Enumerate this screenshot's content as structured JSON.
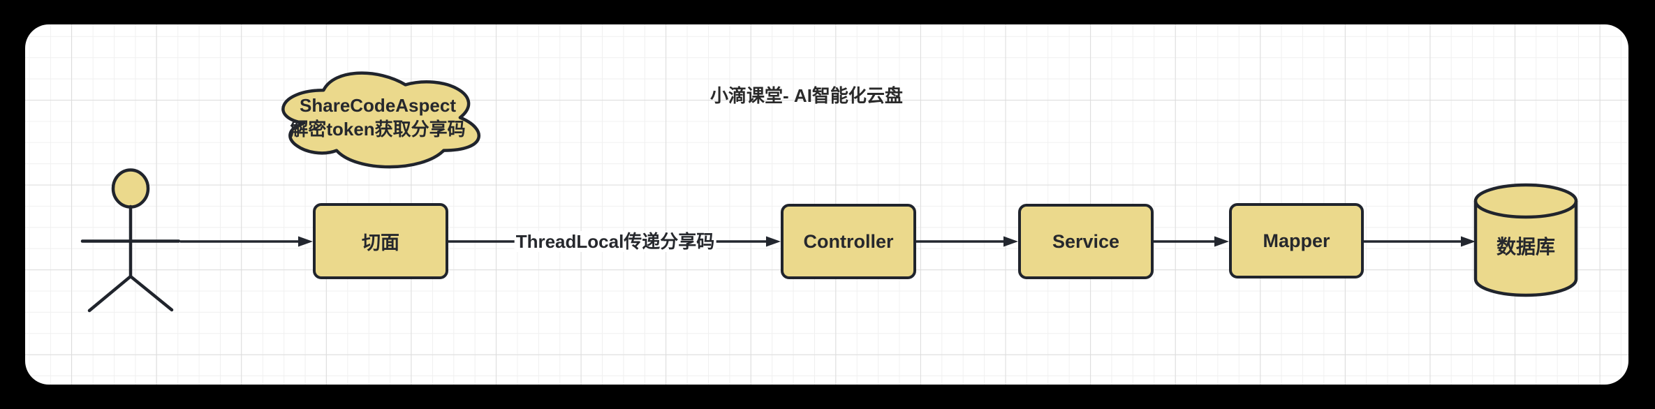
{
  "diagram": {
    "title": "小滴课堂- AI智能化云盘",
    "cloud_note": {
      "line1": "ShareCodeAspect",
      "line2": "解密token获取分享码"
    },
    "actor": {
      "shape": "stick-figure"
    },
    "nodes": [
      {
        "id": "aspect",
        "label": "切面",
        "shape": "rounded-box"
      },
      {
        "id": "controller",
        "label": "Controller",
        "shape": "rounded-box"
      },
      {
        "id": "service",
        "label": "Service",
        "shape": "rounded-box"
      },
      {
        "id": "mapper",
        "label": "Mapper",
        "shape": "rounded-box"
      },
      {
        "id": "database",
        "label": "数据库",
        "shape": "cylinder"
      }
    ],
    "edges": [
      {
        "from": "actor",
        "to": "aspect",
        "label": ""
      },
      {
        "from": "aspect",
        "to": "controller",
        "label": "ThreadLocal传递分享码"
      },
      {
        "from": "controller",
        "to": "service",
        "label": ""
      },
      {
        "from": "service",
        "to": "mapper",
        "label": ""
      },
      {
        "from": "mapper",
        "to": "database",
        "label": ""
      }
    ],
    "colors": {
      "frame_bg": "#000000",
      "canvas_bg": "#FFFFFF",
      "node_fill": "#EBD98C",
      "node_stroke": "#20242C",
      "text": "#26282D",
      "grid_minor": "#F0F0F0",
      "grid_major": "#DCDCDC"
    }
  }
}
